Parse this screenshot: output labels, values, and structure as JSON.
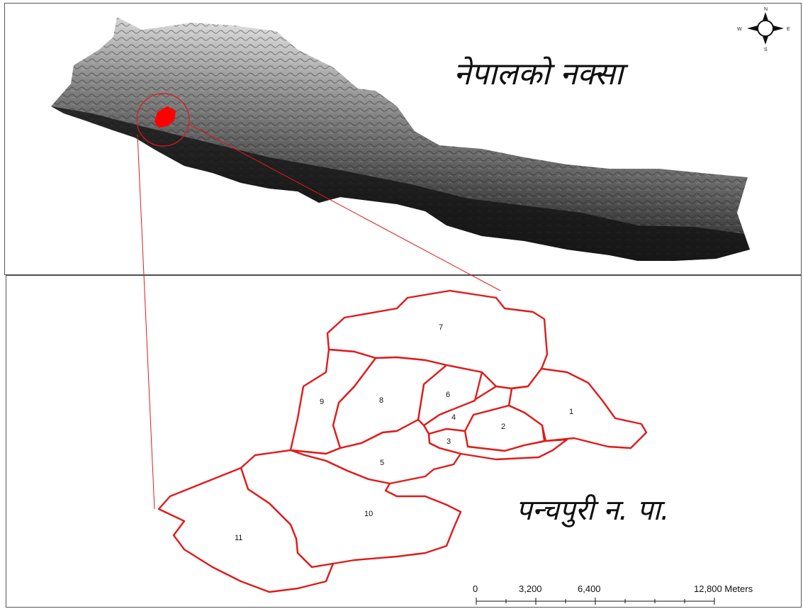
{
  "titles": {
    "nepal_map": "नेपालको नक्सा",
    "municipality_map": "पन्चपुरी न. पा."
  },
  "compass": {
    "north": "N",
    "south": "S",
    "east": "E",
    "west": "W"
  },
  "wards": [
    "1",
    "2",
    "3",
    "4",
    "5",
    "6",
    "7",
    "8",
    "9",
    "10",
    "11"
  ],
  "scale_bar": {
    "labels": [
      "0",
      "3,200",
      "6,400",
      "12,800 Meters"
    ]
  },
  "colors": {
    "ward_boundary": "#e01b1b",
    "highlight": "#ff0000",
    "terrain_dark": "#1a1a1a",
    "terrain_light": "#e8e8e8"
  }
}
